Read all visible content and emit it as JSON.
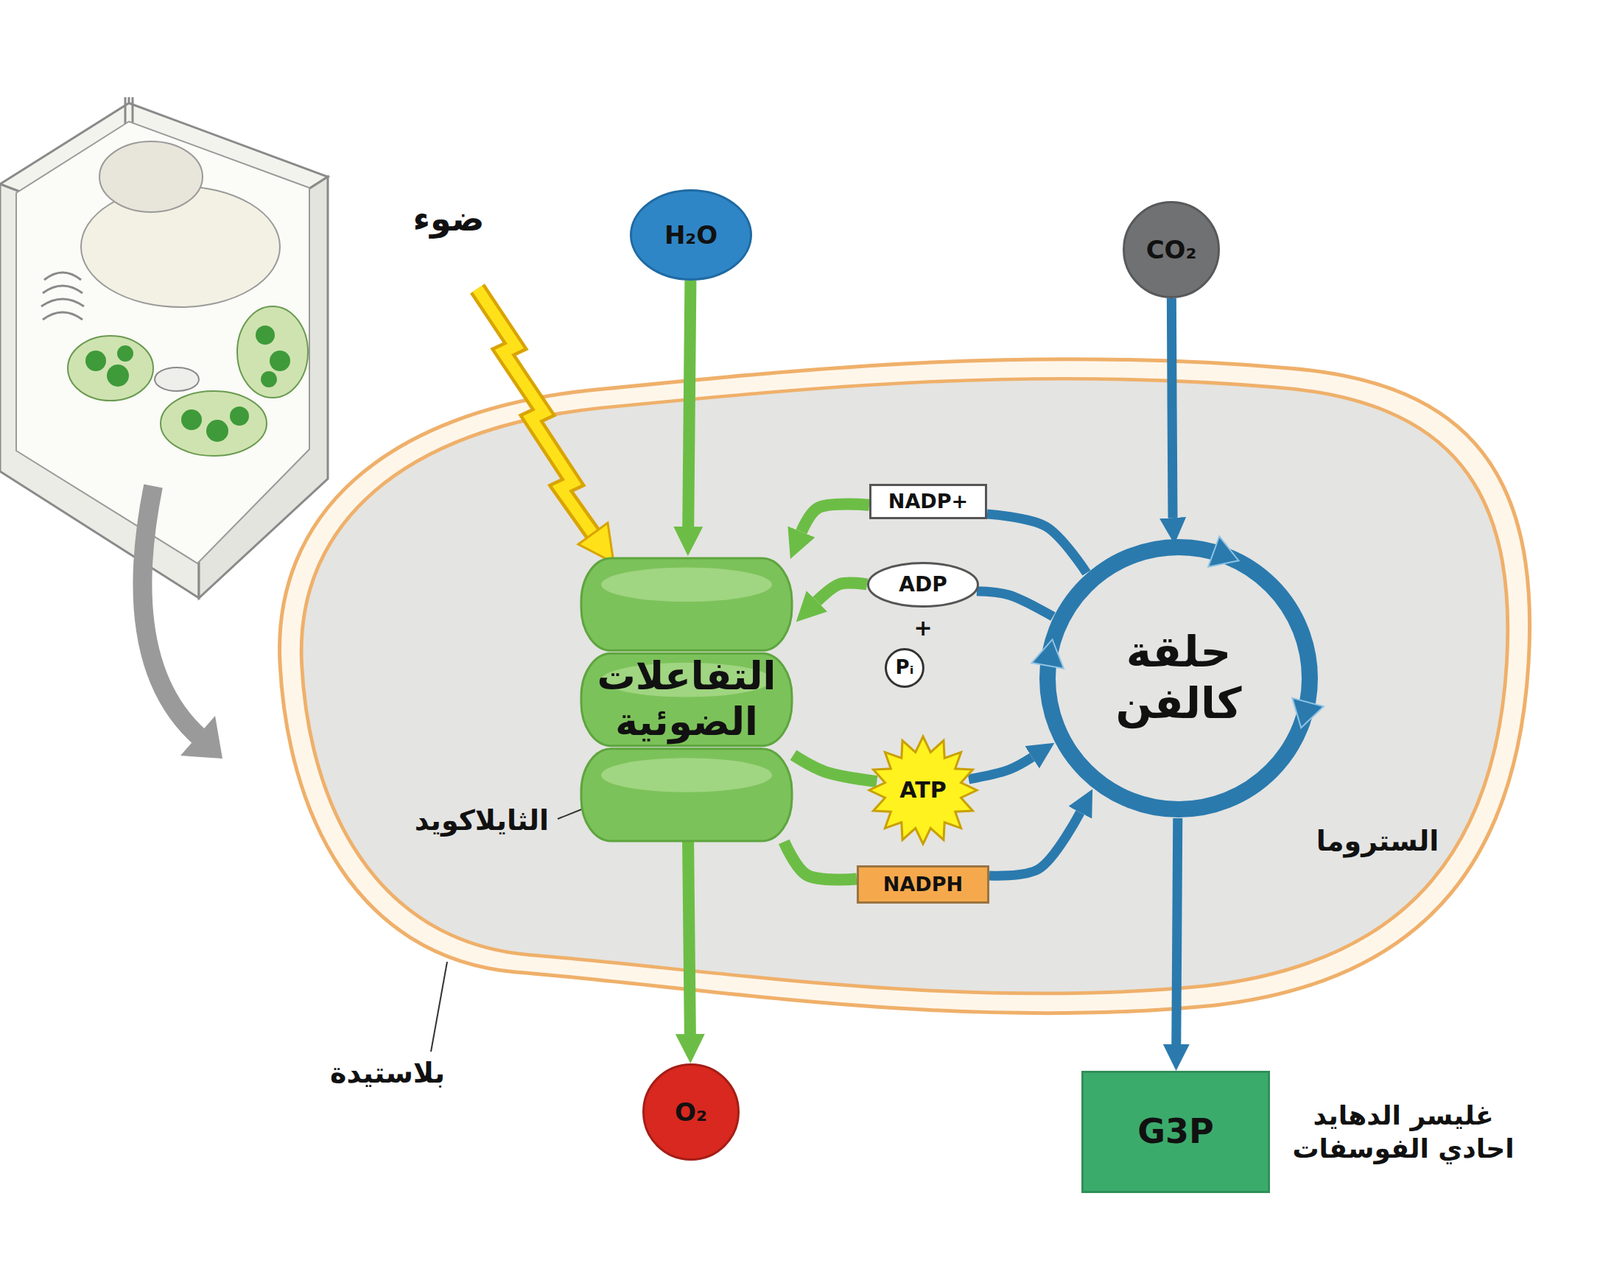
{
  "diagram": {
    "nodes": [
      {
        "text": [
          "H₂O"
        ]
      },
      {
        "text": [
          "CO₂"
        ]
      },
      {
        "text": [
          "التفاعلات الضوئية"
        ]
      },
      {
        "text": [
          "حلقة كالفن"
        ]
      },
      {
        "text": [
          "NADP+"
        ]
      },
      {
        "text": [
          "ADP"
        ]
      },
      {
        "text": [
          "Pᵢ"
        ]
      },
      {
        "text": [
          "ATP"
        ]
      },
      {
        "text": [
          "NADPH"
        ]
      },
      {
        "text": [
          "O₂"
        ]
      },
      {
        "text": [
          "G3P"
        ]
      }
    ],
    "edges": [
      {
        "from": 0,
        "to": 2,
        "arrow": "to"
      },
      {
        "from": 2,
        "to": 9,
        "arrow": "to"
      },
      {
        "from": 1,
        "to": 3,
        "arrow": "to"
      },
      {
        "from": 3,
        "to": 10,
        "arrow": "to"
      },
      {
        "from": 3,
        "to": 4,
        "arrow": "none"
      },
      {
        "from": 4,
        "to": 2,
        "arrow": "to"
      },
      {
        "from": 3,
        "to": 5,
        "arrow": "none"
      },
      {
        "from": 5,
        "to": 2,
        "arrow": "to"
      },
      {
        "from": 2,
        "to": 7,
        "arrow": "none"
      },
      {
        "from": 7,
        "to": 3,
        "arrow": "to"
      },
      {
        "from": 2,
        "to": 8,
        "arrow": "none"
      },
      {
        "from": 8,
        "to": 3,
        "arrow": "to"
      }
    ],
    "labels": [
      "ضوء",
      "+",
      "الثايلاكويد",
      "الستروما",
      "بلاستيدة",
      "غليسر الدهايد احادي الفوسفات"
    ]
  }
}
